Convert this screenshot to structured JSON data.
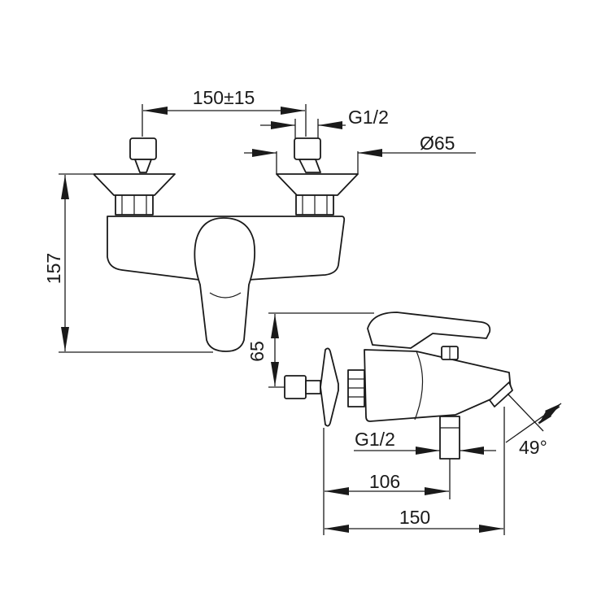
{
  "drawing": {
    "dimensions": {
      "spacing": "150±15",
      "connection_top": "G1/2",
      "rosette_diameter": "Ø65",
      "height": "157",
      "wall_offset": "65",
      "connection_side": "G1/2",
      "spout_axis_depth": "106",
      "total_depth": "150",
      "spout_angle": "49°"
    }
  }
}
